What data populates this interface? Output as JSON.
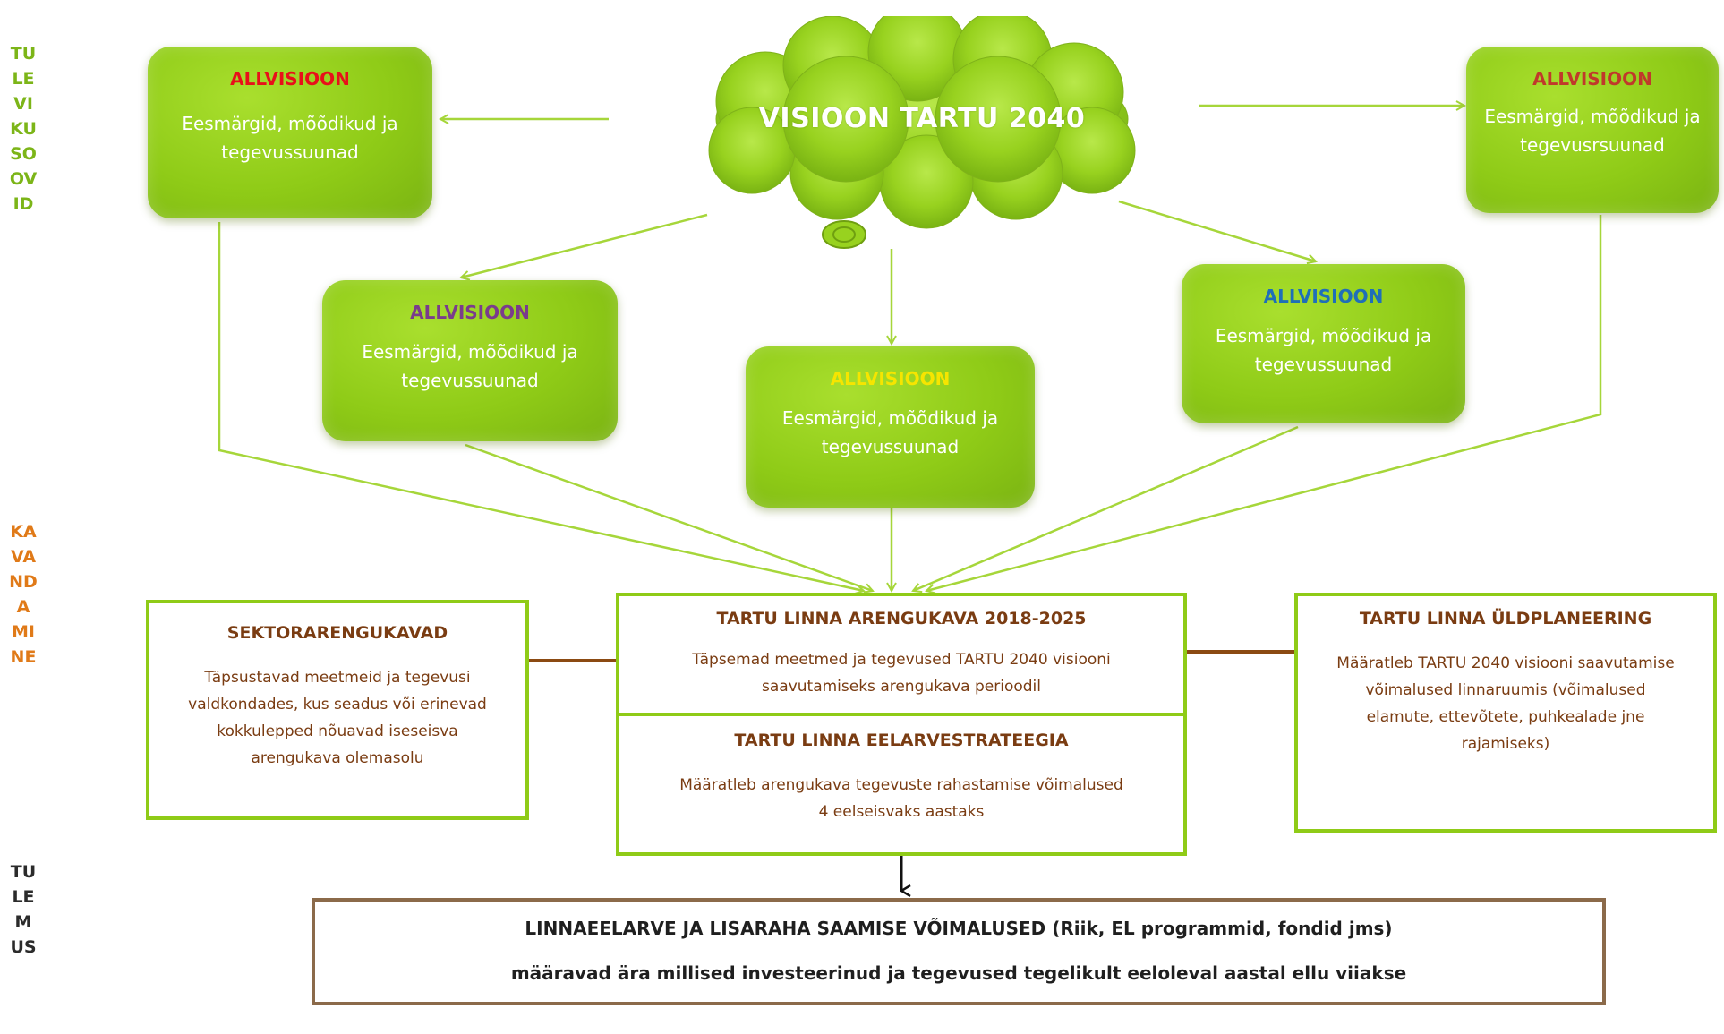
{
  "side_labels": {
    "top": "TULEVIKUSOOVID",
    "middle": "KAVANDAMINE",
    "bottom": "TULEMUS"
  },
  "vision": {
    "title": "VISIOON TARTU 2040"
  },
  "sub_visions": [
    {
      "title": "ALLVISIOON",
      "title_color": "#e8101a",
      "text": "Eesmärgid, mõõdikud ja tegevussuunad"
    },
    {
      "title": "ALLVISIOON",
      "title_color": "#7a3c8c",
      "text": "Eesmärgid, mõõdikud ja tegevussuunad"
    },
    {
      "title": "ALLVISIOON",
      "title_color": "#f6e500",
      "text": "Eesmärgid, mõõdikud ja tegevussuunad"
    },
    {
      "title": "ALLVISIOON",
      "title_color": "#1f6fb8",
      "text": "Eesmärgid, mõõdikud ja tegevussuunad"
    },
    {
      "title": "ALLVISIOON",
      "title_color": "#c0392b",
      "text": "Eesmärgid, mõõdikud ja tegevusrsuunad"
    }
  ],
  "sector": {
    "title": "SEKTORARENGUKAVAD",
    "text": "Täpsustavad meetmeid ja tegevusi valdkondades, kus seadus või erinevad kokkulepped nõuavad iseseisva arengukava olemasolu"
  },
  "development_plan": {
    "title": "TARTU LINNA ARENGUKAVA 2018-2025",
    "text": "Täpsemad meetmed ja tegevused TARTU 2040 visiooni saavutamiseks arengukava perioodil"
  },
  "budget_strategy": {
    "title": "TARTU LINNA EELARVESTRATEEGIA",
    "text": "Määratleb arengukava tegevuste rahastamise võimalused 4 eelseisvaks aastaks"
  },
  "master_plan": {
    "title": "TARTU LINNA ÜLDPLANEERING",
    "text": "Määratleb TARTU 2040 visiooni saavutamise võimalused linnaruumis (võimalused elamute, ettevõtete, puhkealade jne rajamiseks)"
  },
  "result": {
    "line1": "LINNAEELARVE JA LISARAHA SAAMISE VÕIMALUSED (Riik, EL programmid, fondid jms)",
    "line2": "määravad ära millised investeerinud ja tegevused tegelikult eeloleval aastal ellu viiakse"
  },
  "colors": {
    "green": "#8fcb17",
    "connector_brown": "#8b4a12",
    "side_green": "#7cb518",
    "side_orange": "#e07a18"
  }
}
